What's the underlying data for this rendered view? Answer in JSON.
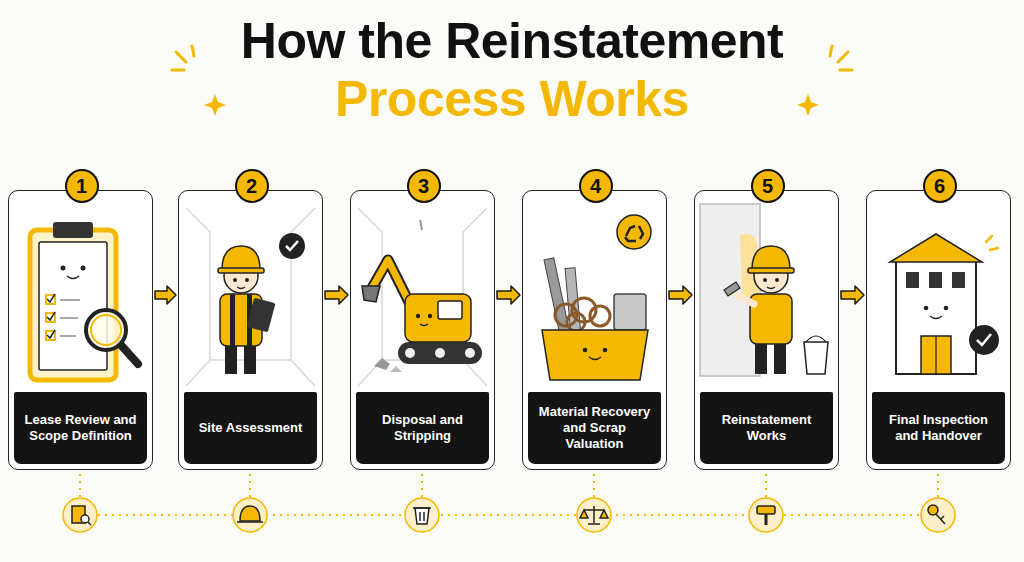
{
  "diagram": {
    "title": "How the Reinstatement Process Works",
    "nodes": [
      {
        "text": [
          "Lease Review and Scope Definition"
        ]
      },
      {
        "text": [
          "1"
        ],
        "in": 0
      },
      {
        "text": [
          "Site Assessment"
        ]
      },
      {
        "text": [
          "2"
        ],
        "in": 2
      },
      {
        "text": [
          "Disposal and Stripping"
        ]
      },
      {
        "text": [
          "3"
        ],
        "in": 4
      },
      {
        "text": [
          "Material Recovery and Scrap Valuation"
        ]
      },
      {
        "text": [
          "4"
        ],
        "in": 6
      },
      {
        "text": [
          "Reinstatement Works"
        ]
      },
      {
        "text": [
          "5"
        ],
        "in": 8
      },
      {
        "text": [
          "Final Inspection and Handover"
        ]
      },
      {
        "text": [
          "6"
        ],
        "in": 10
      }
    ],
    "edges": [
      {
        "from": 0,
        "to": 2,
        "arrow": "to"
      },
      {
        "from": 2,
        "to": 4,
        "arrow": "to"
      },
      {
        "from": 4,
        "to": 6,
        "arrow": "to"
      },
      {
        "from": 6,
        "to": 8,
        "arrow": "to"
      },
      {
        "from": 8,
        "to": 10,
        "arrow": "to"
      }
    ]
  }
}
